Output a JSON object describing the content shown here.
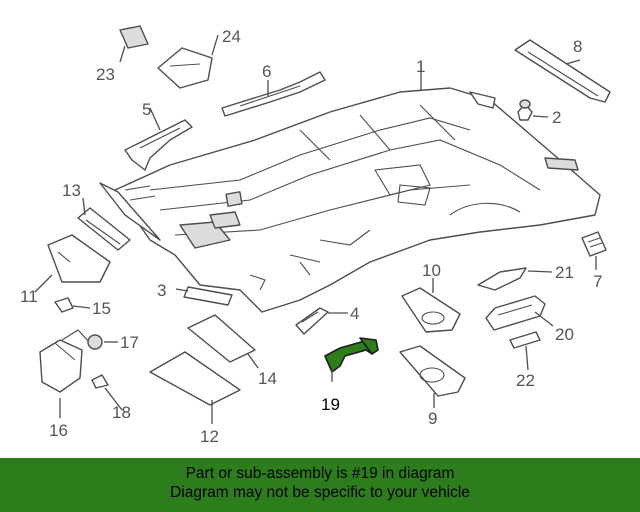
{
  "diagram": {
    "callouts": [
      "1",
      "2",
      "3",
      "4",
      "5",
      "6",
      "7",
      "8",
      "9",
      "10",
      "11",
      "12",
      "13",
      "14",
      "15",
      "16",
      "17",
      "18",
      "19",
      "20",
      "21",
      "22",
      "23",
      "24"
    ],
    "highlighted_part": "19",
    "highlight_color": "#2e7d1d"
  },
  "banner": {
    "line1": "Part or sub-assembly is #19 in diagram",
    "line2": "Diagram may not be specific to your vehicle",
    "background": "#2e7d1d"
  }
}
